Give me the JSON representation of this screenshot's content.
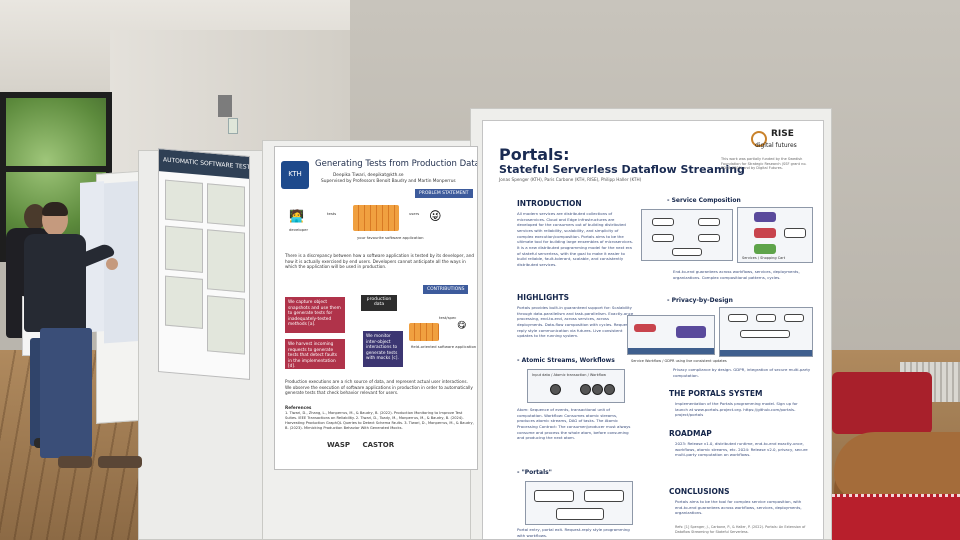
{
  "scene": {
    "description_colors": {
      "wall": "#c8c4bc",
      "floor": "#9c7750",
      "seat": "#a8202b"
    }
  },
  "poster_left": {
    "header": "AUTOMATIC SOFTWARE TESTING"
  },
  "poster_center": {
    "badge": "KTH",
    "title": "Generating Tests from Production Data",
    "author": "Deepika Tiwari, deepikat@kth.se",
    "supervisors": "Supervised by Professors Benoit Baudry and Martin Monperrus",
    "problem_tag": "PROBLEM STATEMENT",
    "label_developer": "developer",
    "label_tests": "tests",
    "label_users": "users",
    "label_app": "your favourite software application",
    "problem_text": "There is a discrepancy between how a software application is tested by its developer, and how it is actually exercised by end users. Developers cannot anticipate all the ways in which the application will be used in production.",
    "contributions_tag": "CONTRIBUTIONS",
    "contrib_1": "We capture object snapshots and use them to generate tests for inadequately-tested methods [a].",
    "production_data": "production data",
    "contrib_2": "We harvest incoming requests to generate tests that detect faults in the implementation [d].",
    "contrib_3": "We monitor inter-object interactions to generate tests with mocks [c].",
    "label_instrumented": "field-oriented software application",
    "label_test": "test/spec",
    "conclusion_text": "Production executions are a rich source of data, and represent actual user interactions. We observe the execution of software applications in production in order to automatically generate tests that check behavior relevant for users.",
    "references_title": "References",
    "references": "1. Tiwari, D., Zhang, L., Monperrus, M., & Baudry, B. (2022). Production Monitoring to Improve Test Suites. IEEE Transactions on Reliability. 2. Tiwari, D., Toady, M., Monperrus, M., & Baudry, B. (2024). Harvesting Production GraphQL Queries to Detect Schema Faults. 3. Tiwari, D., Monperrus, M., & Baudry, B. (2023). Mimicking Production Behavior With Generated Mocks.",
    "logo_wasp": "WASP",
    "logo_castor": "CASTOR"
  },
  "poster_right": {
    "title": "Portals:",
    "subtitle": "Stateful Serverless Dataflow Streaming",
    "authors": "Jonas Spenger (KTH), Paris Carbone (KTH, RISE), Philipp Haller (KTH)",
    "brand": "RISE",
    "brand_sub": "digital futures",
    "brand_note": "This work was partially funded by the Swedish Foundation for Strategic Research (SSF grant no. BD15-0006) and by Digital Futures.",
    "intro_heading": "INTRODUCTION",
    "intro_text": "All modern services are distributed collections of microservices. Cloud and Edge infrastructures are developed for the consumers out of building distributed services with reliability, scalability, and simplicity of complex execution/composition. Portals aims to be the ultimate tool for building large ensembles of microservices. It is a new distributed programming model for the next era of stateful serverless, with the goal to make it easier to build reliable, fault-tolerant, scalable, and consistently distributed services.",
    "highlights_heading": "HIGHLIGHTS",
    "highlights_text": "Portals provides built-in guaranteed support for: Scalability through data-parallelism and task-parallelism. Exactly-once processing, end-to-end, across services, across deployments. Data-flow composition with cycles. Request-reply style communication via futures. Live consistent updates to the running system.",
    "atomic_heading": "- Atomic Streams, Workflows",
    "atomic_labels": "Input data / Atomic transaction / Workflow",
    "atomic_text": "Atom: Sequence of events, transactional unit of computation. Workflow: Consumes atomic streams, produces atomic streams, DAG of tasks. The Atomic Processing Contract: The consumer/producer must always consume and process the whole atom, before consuming and producing the next atom.",
    "portals_heading": "- \"Portals\"",
    "portals_text": "Portal entry, portal exit. Request-reply style programming with workflows.",
    "service_heading": "- Service Composition",
    "service_labels": "Services / Shopping Cart",
    "service_text": "End-to-end guarantees across workflows, services, deployments, organizations. Complex compositional patterns, cycles.",
    "privacy_heading": "- Privacy-by-Design",
    "privacy_labels": "Service Workflow / GDPR using live consistent updates",
    "privacy_text": "Privacy compliance by design. GDPR, integration of secure multi-party computation.",
    "system_heading": "THE PORTALS SYSTEM",
    "system_text": "Implementation of the Portals programming model. Sign up for launch at www.portals-project.org. https://github.com/portals-project/portals",
    "roadmap_heading": "ROADMAP",
    "roadmap_text": "2023: Release v1.0, distributed runtime, end-to-end exactly-once, workflows, atomic streams, etc. 2024: Release v2.0, privacy, secure multi-party computation on workflows.",
    "conclusions_heading": "CONCLUSIONS",
    "conclusions_text": "Portals aims to be the tool for complex service composition, with end-to-end guarantees across workflows, services, deployments, organizations.",
    "footer_ref": "Refs: [1] Spenger, J., Carbone, P., & Haller, P. (2022). Portals: An Extension of Dataflow Streaming for Stateful Serverless."
  }
}
